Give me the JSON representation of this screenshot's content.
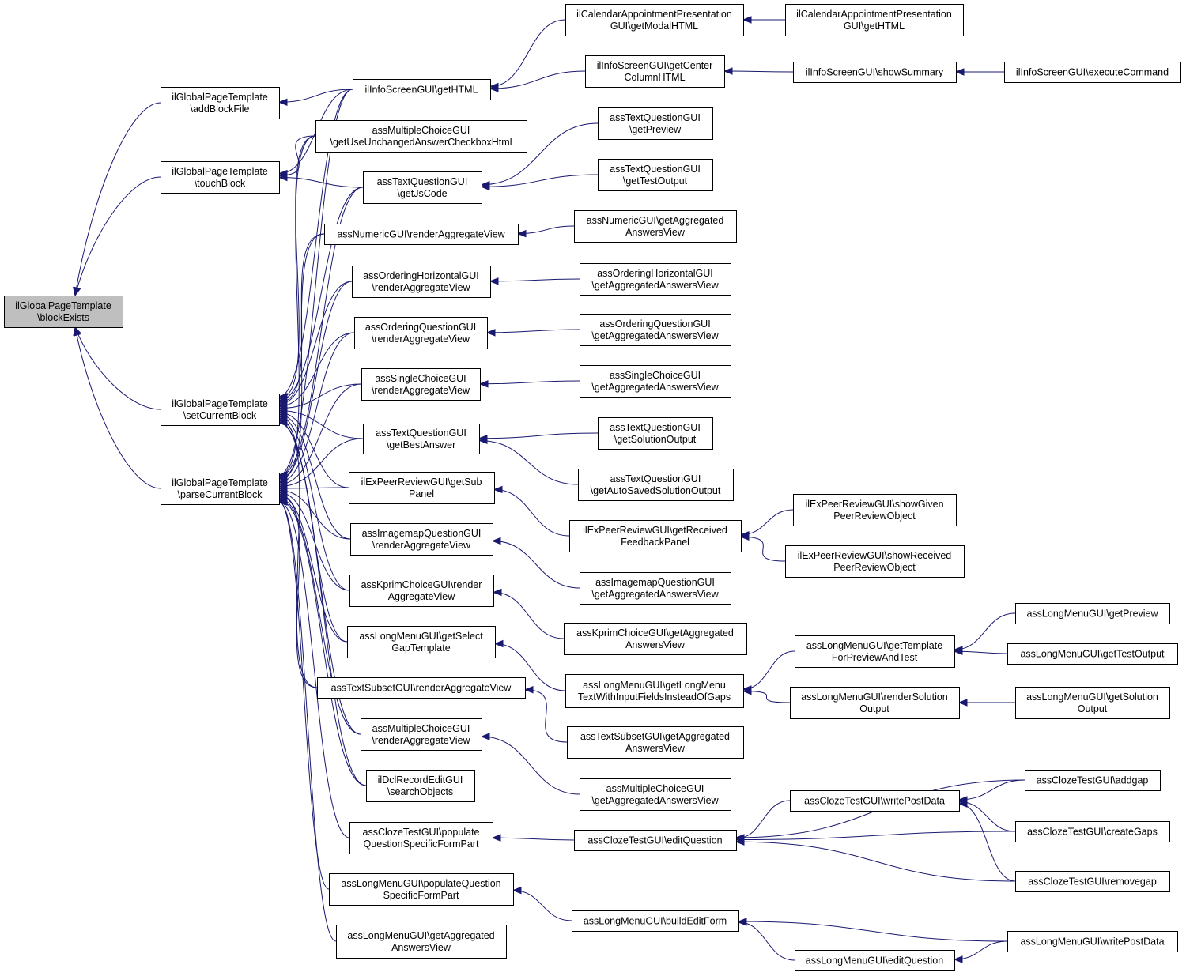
{
  "diagram": {
    "type": "caller-graph",
    "edge_color": "#191970",
    "root_fill": "#bfbfbf",
    "nodes": [
      {
        "id": "n0",
        "lines": [
          "ilGlobalPageTemplate",
          "\\blockExists"
        ],
        "root": true
      },
      {
        "id": "n1",
        "lines": [
          "ilGlobalPageTemplate",
          "\\addBlockFile"
        ]
      },
      {
        "id": "n2",
        "lines": [
          "ilGlobalPageTemplate",
          "\\touchBlock"
        ]
      },
      {
        "id": "n3",
        "lines": [
          "ilGlobalPageTemplate",
          "\\setCurrentBlock"
        ]
      },
      {
        "id": "n4",
        "lines": [
          "ilGlobalPageTemplate",
          "\\parseCurrentBlock"
        ]
      },
      {
        "id": "n5",
        "lines": [
          "ilInfoScreenGUI\\getHTML"
        ]
      },
      {
        "id": "n6",
        "lines": [
          "assMultipleChoiceGUI",
          "\\getUseUnchangedAnswerCheckboxHtml"
        ]
      },
      {
        "id": "n7",
        "lines": [
          "assTextQuestionGUI",
          "\\getJsCode"
        ]
      },
      {
        "id": "n8",
        "lines": [
          "assNumericGUI\\renderAggregateView"
        ]
      },
      {
        "id": "n9",
        "lines": [
          "assOrderingHorizontalGUI",
          "\\renderAggregateView"
        ]
      },
      {
        "id": "n10",
        "lines": [
          "assOrderingQuestionGUI",
          "\\renderAggregateView"
        ]
      },
      {
        "id": "n11",
        "lines": [
          "assSingleChoiceGUI",
          "\\renderAggregateView"
        ]
      },
      {
        "id": "n12",
        "lines": [
          "assTextQuestionGUI",
          "\\getBestAnswer"
        ]
      },
      {
        "id": "n13",
        "lines": [
          "ilExPeerReviewGUI\\getSub",
          "Panel"
        ]
      },
      {
        "id": "n14",
        "lines": [
          "assImagemapQuestionGUI",
          "\\renderAggregateView"
        ]
      },
      {
        "id": "n15",
        "lines": [
          "assKprimChoiceGUI\\render",
          "AggregateView"
        ]
      },
      {
        "id": "n16",
        "lines": [
          "assLongMenuGUI\\getSelect",
          "GapTemplate"
        ]
      },
      {
        "id": "n17",
        "lines": [
          "assTextSubsetGUI\\renderAggregateView"
        ]
      },
      {
        "id": "n18",
        "lines": [
          "assMultipleChoiceGUI",
          "\\renderAggregateView"
        ]
      },
      {
        "id": "n19",
        "lines": [
          "ilDclRecordEditGUI",
          "\\searchObjects"
        ]
      },
      {
        "id": "n20",
        "lines": [
          "assClozeTestGUI\\populate",
          "QuestionSpecificFormPart"
        ]
      },
      {
        "id": "n21",
        "lines": [
          "assLongMenuGUI\\populateQuestion",
          "SpecificFormPart"
        ]
      },
      {
        "id": "n22",
        "lines": [
          "assLongMenuGUI\\getAggregated",
          "AnswersView"
        ]
      },
      {
        "id": "n23",
        "lines": [
          "ilCalendarAppointmentPresentation",
          "GUI\\getModalHTML"
        ]
      },
      {
        "id": "n24",
        "lines": [
          "ilInfoScreenGUI\\getCenter",
          "ColumnHTML"
        ]
      },
      {
        "id": "n25",
        "lines": [
          "assTextQuestionGUI",
          "\\getPreview"
        ]
      },
      {
        "id": "n26",
        "lines": [
          "assTextQuestionGUI",
          "\\getTestOutput"
        ]
      },
      {
        "id": "n27",
        "lines": [
          "assNumericGUI\\getAggregated",
          "AnswersView"
        ]
      },
      {
        "id": "n28",
        "lines": [
          "assOrderingHorizontalGUI",
          "\\getAggregatedAnswersView"
        ]
      },
      {
        "id": "n29",
        "lines": [
          "assOrderingQuestionGUI",
          "\\getAggregatedAnswersView"
        ]
      },
      {
        "id": "n30",
        "lines": [
          "assSingleChoiceGUI",
          "\\getAggregatedAnswersView"
        ]
      },
      {
        "id": "n31",
        "lines": [
          "assTextQuestionGUI",
          "\\getSolutionOutput"
        ]
      },
      {
        "id": "n32",
        "lines": [
          "assTextQuestionGUI",
          "\\getAutoSavedSolutionOutput"
        ]
      },
      {
        "id": "n33",
        "lines": [
          "ilExPeerReviewGUI\\getReceived",
          "FeedbackPanel"
        ]
      },
      {
        "id": "n34",
        "lines": [
          "assImagemapQuestionGUI",
          "\\getAggregatedAnswersView"
        ]
      },
      {
        "id": "n35",
        "lines": [
          "assKprimChoiceGUI\\getAggregated",
          "AnswersView"
        ]
      },
      {
        "id": "n36",
        "lines": [
          "assLongMenuGUI\\getLongMenu",
          "TextWithInputFieldsInsteadOfGaps"
        ]
      },
      {
        "id": "n37",
        "lines": [
          "assTextSubsetGUI\\getAggregated",
          "AnswersView"
        ]
      },
      {
        "id": "n38",
        "lines": [
          "assMultipleChoiceGUI",
          "\\getAggregatedAnswersView"
        ]
      },
      {
        "id": "n39",
        "lines": [
          "assClozeTestGUI\\editQuestion"
        ]
      },
      {
        "id": "n40",
        "lines": [
          "assLongMenuGUI\\buildEditForm"
        ]
      },
      {
        "id": "n41",
        "lines": [
          "ilCalendarAppointmentPresentation",
          "GUI\\getHTML"
        ]
      },
      {
        "id": "n42",
        "lines": [
          "ilInfoScreenGUI\\showSummary"
        ]
      },
      {
        "id": "n43",
        "lines": [
          "ilExPeerReviewGUI\\showGiven",
          "PeerReviewObject"
        ]
      },
      {
        "id": "n44",
        "lines": [
          "ilExPeerReviewGUI\\showReceived",
          "PeerReviewObject"
        ]
      },
      {
        "id": "n45",
        "lines": [
          "assLongMenuGUI\\getTemplate",
          "ForPreviewAndTest"
        ]
      },
      {
        "id": "n46",
        "lines": [
          "assLongMenuGUI\\renderSolution",
          "Output"
        ]
      },
      {
        "id": "n47",
        "lines": [
          "assClozeTestGUI\\writePostData"
        ]
      },
      {
        "id": "n48",
        "lines": [
          "assLongMenuGUI\\editQuestion"
        ]
      },
      {
        "id": "n49",
        "lines": [
          "ilInfoScreenGUI\\executeCommand"
        ]
      },
      {
        "id": "n50",
        "lines": [
          "assLongMenuGUI\\getPreview"
        ]
      },
      {
        "id": "n51",
        "lines": [
          "assLongMenuGUI\\getTestOutput"
        ]
      },
      {
        "id": "n52",
        "lines": [
          "assLongMenuGUI\\getSolution",
          "Output"
        ]
      },
      {
        "id": "n53",
        "lines": [
          "assClozeTestGUI\\addgap"
        ]
      },
      {
        "id": "n54",
        "lines": [
          "assClozeTestGUI\\createGaps"
        ]
      },
      {
        "id": "n55",
        "lines": [
          "assClozeTestGUI\\removegap"
        ]
      },
      {
        "id": "n56",
        "lines": [
          "assLongMenuGUI\\writePostData"
        ]
      }
    ],
    "edges": [
      {
        "from": "n1",
        "to": "n0"
      },
      {
        "from": "n2",
        "to": "n0"
      },
      {
        "from": "n3",
        "to": "n0"
      },
      {
        "from": "n4",
        "to": "n0"
      },
      {
        "from": "n5",
        "to": "n1"
      },
      {
        "from": "n5",
        "to": "n2"
      },
      {
        "from": "n6",
        "to": "n2"
      },
      {
        "from": "n7",
        "to": "n2"
      },
      {
        "from": "n5",
        "to": "n3"
      },
      {
        "from": "n6",
        "to": "n3"
      },
      {
        "from": "n7",
        "to": "n3"
      },
      {
        "from": "n8",
        "to": "n3"
      },
      {
        "from": "n9",
        "to": "n3"
      },
      {
        "from": "n10",
        "to": "n3"
      },
      {
        "from": "n11",
        "to": "n3"
      },
      {
        "from": "n12",
        "to": "n3"
      },
      {
        "from": "n13",
        "to": "n3"
      },
      {
        "from": "n14",
        "to": "n3"
      },
      {
        "from": "n15",
        "to": "n3"
      },
      {
        "from": "n16",
        "to": "n3"
      },
      {
        "from": "n17",
        "to": "n3"
      },
      {
        "from": "n18",
        "to": "n3"
      },
      {
        "from": "n19",
        "to": "n3"
      },
      {
        "from": "n5",
        "to": "n4"
      },
      {
        "from": "n6",
        "to": "n4"
      },
      {
        "from": "n7",
        "to": "n4"
      },
      {
        "from": "n8",
        "to": "n4"
      },
      {
        "from": "n9",
        "to": "n4"
      },
      {
        "from": "n10",
        "to": "n4"
      },
      {
        "from": "n11",
        "to": "n4"
      },
      {
        "from": "n12",
        "to": "n4"
      },
      {
        "from": "n13",
        "to": "n4"
      },
      {
        "from": "n14",
        "to": "n4"
      },
      {
        "from": "n15",
        "to": "n4"
      },
      {
        "from": "n16",
        "to": "n4"
      },
      {
        "from": "n17",
        "to": "n4"
      },
      {
        "from": "n18",
        "to": "n4"
      },
      {
        "from": "n19",
        "to": "n4"
      },
      {
        "from": "n20",
        "to": "n4"
      },
      {
        "from": "n21",
        "to": "n4"
      },
      {
        "from": "n22",
        "to": "n4"
      },
      {
        "from": "n23",
        "to": "n5"
      },
      {
        "from": "n24",
        "to": "n5"
      },
      {
        "from": "n25",
        "to": "n7"
      },
      {
        "from": "n26",
        "to": "n7"
      },
      {
        "from": "n27",
        "to": "n8"
      },
      {
        "from": "n28",
        "to": "n9"
      },
      {
        "from": "n29",
        "to": "n10"
      },
      {
        "from": "n30",
        "to": "n11"
      },
      {
        "from": "n31",
        "to": "n12"
      },
      {
        "from": "n32",
        "to": "n12"
      },
      {
        "from": "n33",
        "to": "n13"
      },
      {
        "from": "n34",
        "to": "n14"
      },
      {
        "from": "n35",
        "to": "n15"
      },
      {
        "from": "n36",
        "to": "n16"
      },
      {
        "from": "n37",
        "to": "n17"
      },
      {
        "from": "n38",
        "to": "n18"
      },
      {
        "from": "n39",
        "to": "n20"
      },
      {
        "from": "n40",
        "to": "n21"
      },
      {
        "from": "n41",
        "to": "n23"
      },
      {
        "from": "n42",
        "to": "n24"
      },
      {
        "from": "n43",
        "to": "n33"
      },
      {
        "from": "n44",
        "to": "n33"
      },
      {
        "from": "n45",
        "to": "n36"
      },
      {
        "from": "n46",
        "to": "n36"
      },
      {
        "from": "n47",
        "to": "n39"
      },
      {
        "from": "n53",
        "to": "n39"
      },
      {
        "from": "n54",
        "to": "n39"
      },
      {
        "from": "n55",
        "to": "n39"
      },
      {
        "from": "n48",
        "to": "n40"
      },
      {
        "from": "n56",
        "to": "n40"
      },
      {
        "from": "n49",
        "to": "n42"
      },
      {
        "from": "n50",
        "to": "n45"
      },
      {
        "from": "n51",
        "to": "n45"
      },
      {
        "from": "n52",
        "to": "n46"
      },
      {
        "from": "n53",
        "to": "n47"
      },
      {
        "from": "n54",
        "to": "n47"
      },
      {
        "from": "n55",
        "to": "n47"
      },
      {
        "from": "n56",
        "to": "n48"
      }
    ]
  }
}
